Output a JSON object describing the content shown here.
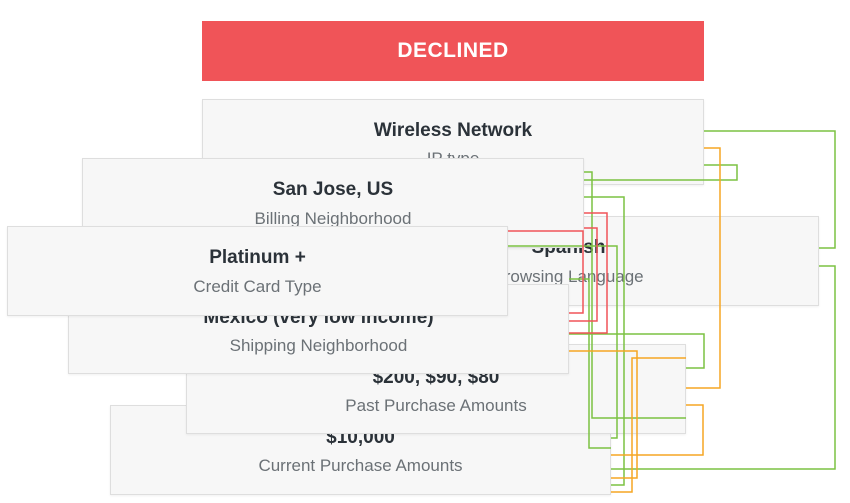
{
  "banner": {
    "label": "DECLINED",
    "color": "#f05458"
  },
  "cards": {
    "wireless": {
      "title": "Wireless Network",
      "subtitle": "IP type"
    },
    "spanish": {
      "title": "Spanish",
      "subtitle": "Browsing Language"
    },
    "sanjose": {
      "title": "San Jose, US",
      "subtitle": "Billing Neighborhood"
    },
    "platinum": {
      "title": "Platinum +",
      "subtitle": "Credit Card Type"
    },
    "mexico": {
      "title": "Mexico (very low income)",
      "subtitle": "Shipping Neighborhood"
    },
    "past": {
      "title": "$200, $90, $80",
      "subtitle": "Past Purchase Amounts"
    },
    "current": {
      "title": "$10,000",
      "subtitle": "Current Purchase Amounts"
    }
  },
  "connector_colors": {
    "green": "#7cc242",
    "orange": "#f5a623",
    "red": "#f05458"
  }
}
